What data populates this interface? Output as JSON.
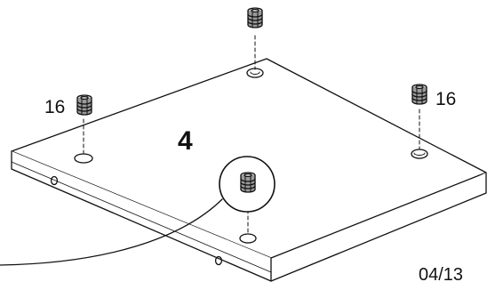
{
  "step": {
    "number": "4"
  },
  "parts": {
    "quantity_left": "16",
    "quantity_right": "16",
    "part_icon": "cam-lock-fitting-icon"
  },
  "page": {
    "indicator": "04/13"
  },
  "colors": {
    "ink": "#111111",
    "fitting_fill": "#9a9a9a",
    "background": "#ffffff"
  }
}
